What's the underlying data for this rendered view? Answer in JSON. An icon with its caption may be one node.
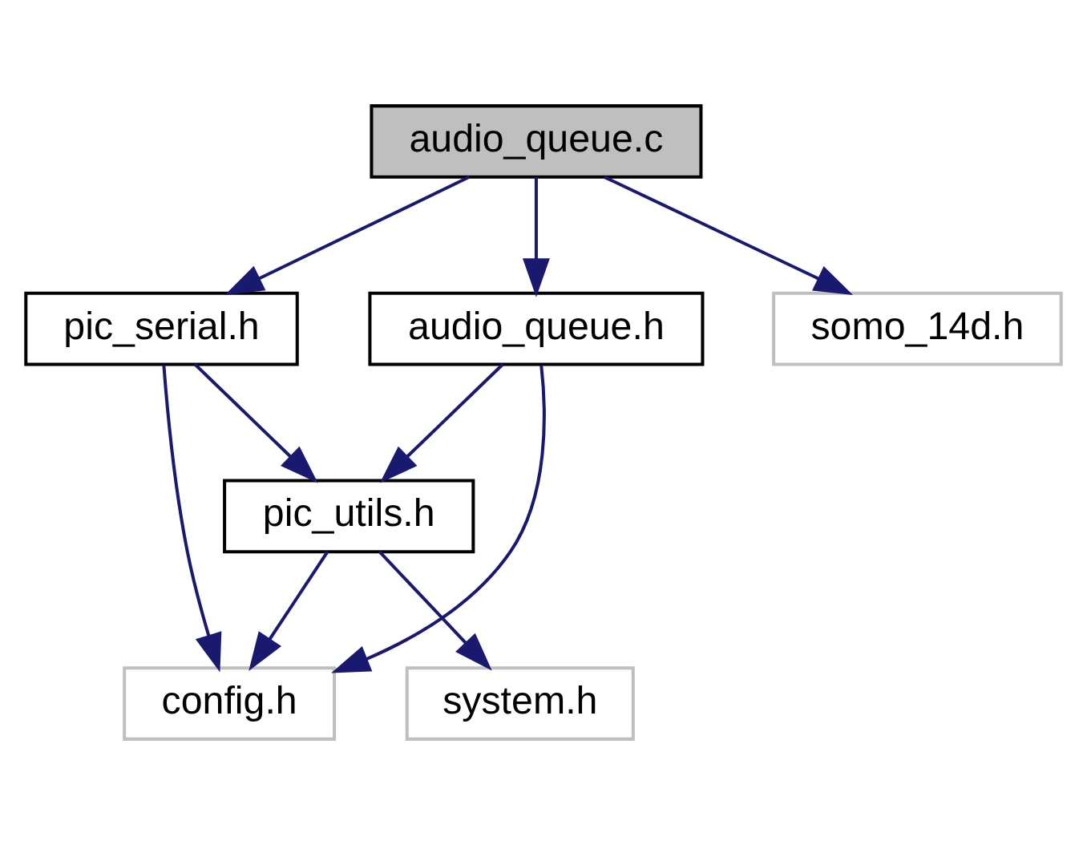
{
  "diagram": {
    "nodes": [
      {
        "text": [
          "audio_queue.c"
        ]
      },
      {
        "text": [
          "pic_serial.h"
        ]
      },
      {
        "text": [
          "audio_queue.h"
        ]
      },
      {
        "text": [
          "somo_14d.h"
        ]
      },
      {
        "text": [
          "pic_utils.h"
        ]
      },
      {
        "text": [
          "system.h"
        ]
      },
      {
        "text": [
          "config.h"
        ]
      }
    ],
    "edges": [
      {
        "from": 0,
        "to": 1,
        "arrow": "to"
      },
      {
        "from": 0,
        "to": 2,
        "arrow": "to"
      },
      {
        "from": 0,
        "to": 3,
        "arrow": "to"
      },
      {
        "from": 1,
        "to": 4,
        "arrow": "to"
      },
      {
        "from": 1,
        "to": 6,
        "arrow": "to"
      },
      {
        "from": 2,
        "to": 4,
        "arrow": "to"
      },
      {
        "from": 2,
        "to": 6,
        "arrow": "to"
      },
      {
        "from": 4,
        "to": 5,
        "arrow": "to"
      },
      {
        "from": 4,
        "to": 6,
        "arrow": "to"
      }
    ]
  }
}
